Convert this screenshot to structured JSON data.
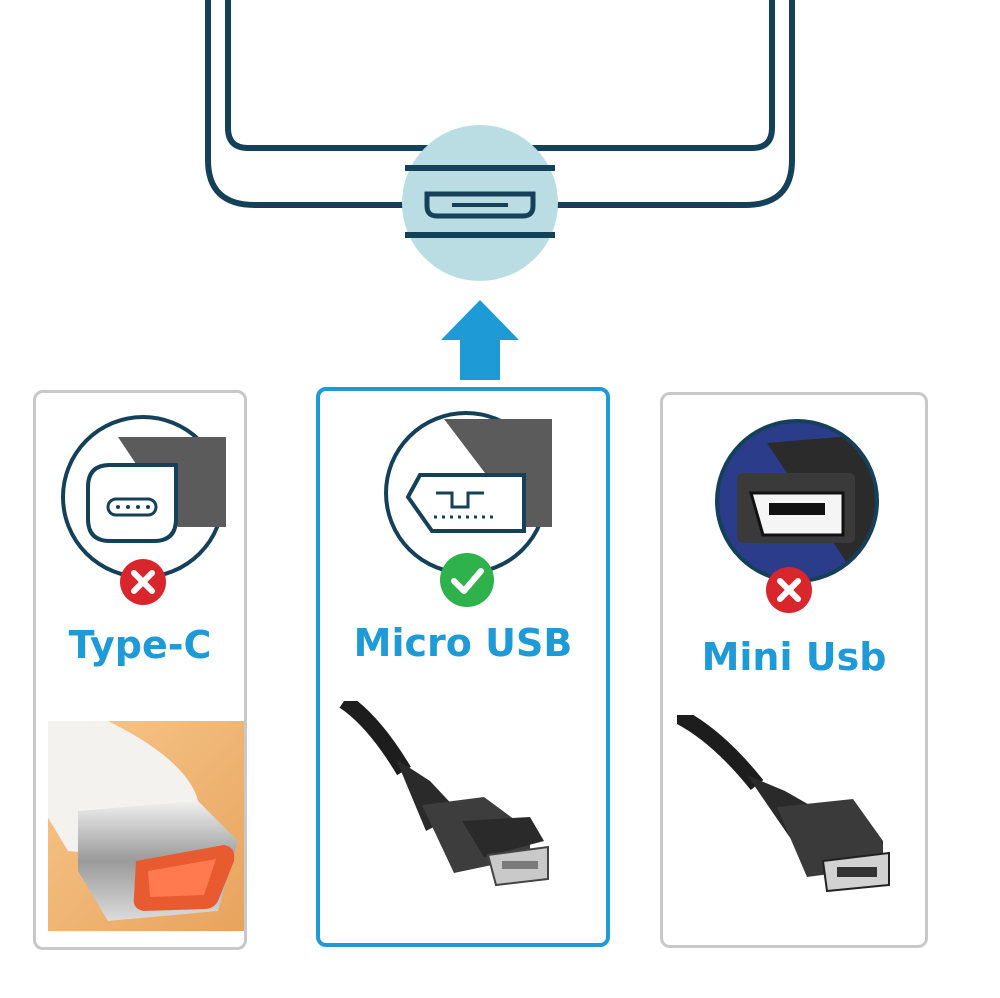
{
  "colors": {
    "accent_blue": "#1e9ad6",
    "device_outline": "#15405a",
    "port_circle": "#b9dde3",
    "check_green": "#2fb14b",
    "cross_red": "#d9252c",
    "card_border_gray": "#c8c8c8"
  },
  "device": {
    "port_icon": "micro-usb-port-icon",
    "arrow_icon": "up-arrow-icon"
  },
  "options": [
    {
      "label": "Type-C",
      "status_icon": "cross-icon",
      "compatible": false,
      "connector_icon": "type-c-connector-icon"
    },
    {
      "label": "Micro USB",
      "status_icon": "check-icon",
      "compatible": true,
      "connector_icon": "micro-usb-connector-icon"
    },
    {
      "label": "Mini Usb",
      "status_icon": "cross-icon",
      "compatible": false,
      "connector_icon": "mini-usb-connector-icon"
    }
  ]
}
